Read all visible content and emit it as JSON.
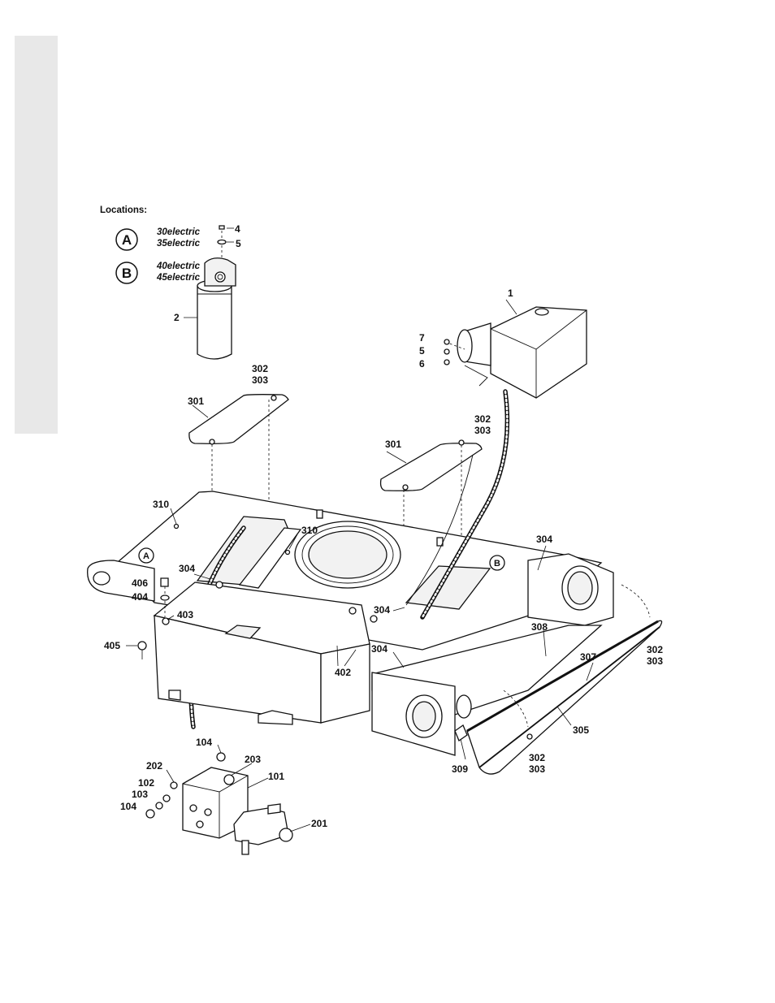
{
  "colors": {
    "tab_gray": "#e8e8e8",
    "ink": "#111111",
    "paper": "#ffffff"
  },
  "locations": {
    "heading": "Locations:",
    "a": {
      "letter": "A",
      "models": [
        {
          "num": "30",
          "word": "electric"
        },
        {
          "num": "35",
          "word": "electric"
        }
      ]
    },
    "b": {
      "letter": "B",
      "models": [
        {
          "num": "40",
          "word": "electric"
        },
        {
          "num": "45",
          "word": "electric"
        }
      ]
    }
  },
  "frame_markers": {
    "a": "A",
    "b": "B"
  },
  "callouts": {
    "c4": "4",
    "c5_top": "5",
    "c2": "2",
    "c1": "1",
    "c7": "7",
    "c5_mid": "5",
    "c6": "6",
    "c302_l": "302",
    "c303_l": "303",
    "c301_l": "301",
    "c302_r": "302",
    "c303_r": "303",
    "c301_r": "301",
    "c310_l": "310",
    "c310_c": "310",
    "c304_r": "304",
    "c304_l": "304",
    "c406": "406",
    "c404_l": "404",
    "c403": "403",
    "c405": "405",
    "c402": "402",
    "c304_c": "304",
    "c304_b": "304",
    "c308": "308",
    "c307": "307",
    "c302_f": "302",
    "c303_f": "303",
    "c305": "305",
    "c302_g": "302",
    "c303_g": "303",
    "c309": "309",
    "c104_t": "104",
    "c202": "202",
    "c203": "203",
    "c101": "101",
    "c102": "102",
    "c103": "103",
    "c104_b": "104",
    "c201": "201"
  }
}
